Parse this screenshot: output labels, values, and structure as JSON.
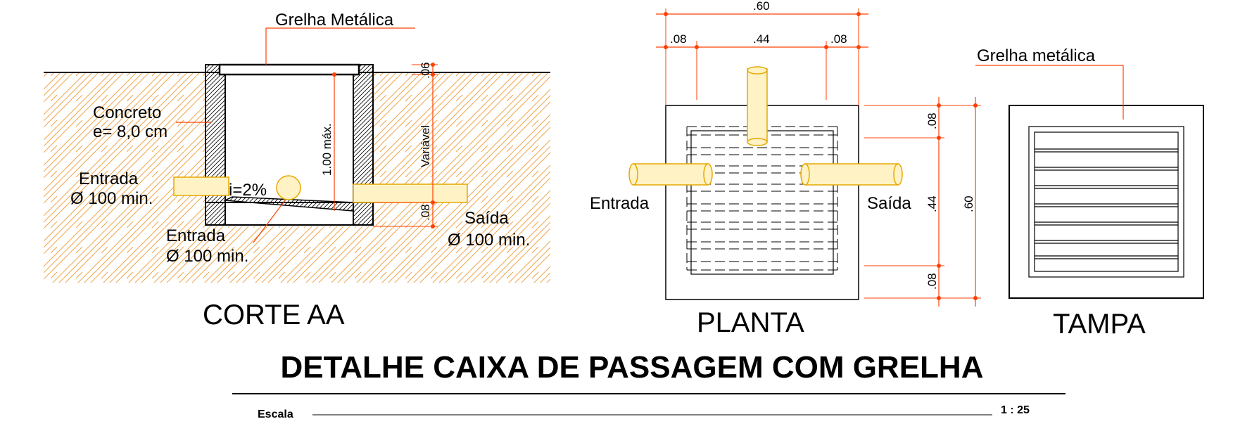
{
  "title": "DETALHE CAIXA DE PASSAGEM COM GRELHA",
  "scale": {
    "label": "Escala",
    "value": "1 : 25"
  },
  "colors": {
    "dimension": "#ff4000",
    "pipe": "#e6a800",
    "pipe_fill": "#fff2c4",
    "soil": "#f0a44a",
    "line": "#000000"
  },
  "corte": {
    "title": "CORTE AA",
    "labels": {
      "grelha": "Grelha Metálica",
      "concreto_1": "Concreto",
      "concreto_2": "e= 8,0 cm",
      "entrada_left_1": "Entrada",
      "entrada_left_2": "Ø 100 min.",
      "slope": "i=2%",
      "entrada_bottom_1": "Entrada",
      "entrada_bottom_2": "Ø 100 min.",
      "saida_1": "Saída",
      "saida_2": "Ø 100 min."
    },
    "dims": {
      "top": ".06",
      "height": "1.00 máx.",
      "variable": "Variável",
      "bottom": ".08"
    }
  },
  "planta": {
    "title": "PLANTA",
    "labels": {
      "entrada": "Entrada",
      "saida": "Saída"
    },
    "dims": {
      "total_top": ".60",
      "left": ".08",
      "mid": ".44",
      "right": ".08",
      "side_top": ".08",
      "side_mid": ".44",
      "side_bottom": ".08",
      "total_side": ".60"
    }
  },
  "tampa": {
    "title": "TAMPA",
    "label": "Grelha metálica"
  }
}
